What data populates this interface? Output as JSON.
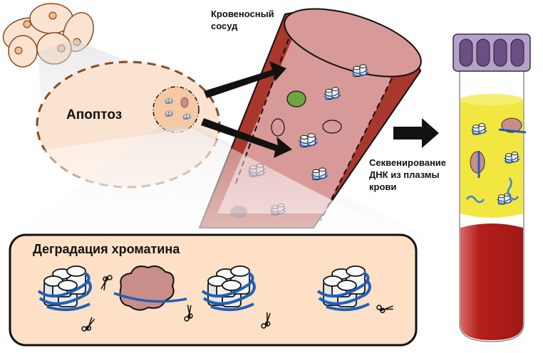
{
  "labels": {
    "blood_vessel": "Кровеносный сосуд",
    "apoptosis": "Апоптоз",
    "sequencing": "Секвенирование ДНК из плазмы крови",
    "chromatin_degradation": "Деградация хроматина"
  },
  "colors": {
    "cell_fill": "#fbe3d2",
    "cell_border": "#8b4a1e",
    "nucleus": "#f6b88a",
    "vessel_wall": "#a8372e",
    "vessel_lumen": "#d89a98",
    "dna_blue": "#1f5fb8",
    "tube_cap": "#6a4f82",
    "plasma_yellow": "#f2e740",
    "blood_red": "#b41f1c",
    "panel_fill": "#fde0c6",
    "protein_pink": "#c98d8a",
    "protein_green": "#6ea442"
  }
}
